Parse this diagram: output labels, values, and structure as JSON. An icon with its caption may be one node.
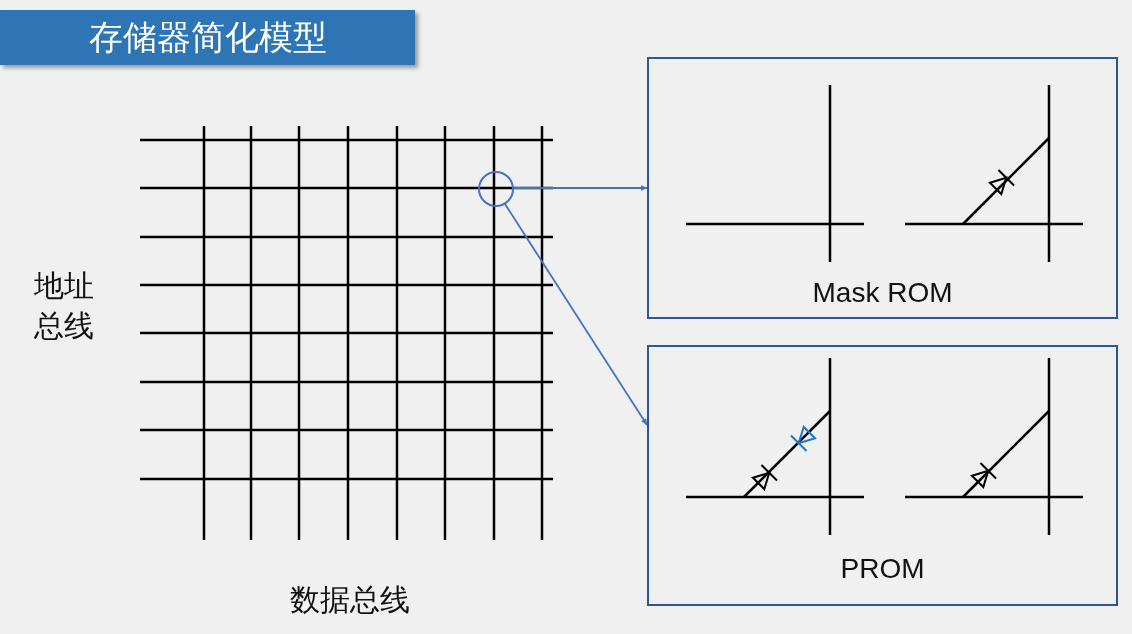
{
  "diagram": {
    "title": "存储器简化模型",
    "nodes": [
      {
        "text": [],
        "shape": "circle"
      },
      {
        "text": [
          "Mask ROM"
        ]
      },
      {
        "text": [
          "PROM"
        ]
      }
    ],
    "edges": [
      {
        "from": 0,
        "to": 1,
        "arrow": "to"
      },
      {
        "from": 0,
        "to": 2,
        "arrow": "to"
      }
    ],
    "labels": [
      "地址总线",
      "数据总线"
    ]
  }
}
